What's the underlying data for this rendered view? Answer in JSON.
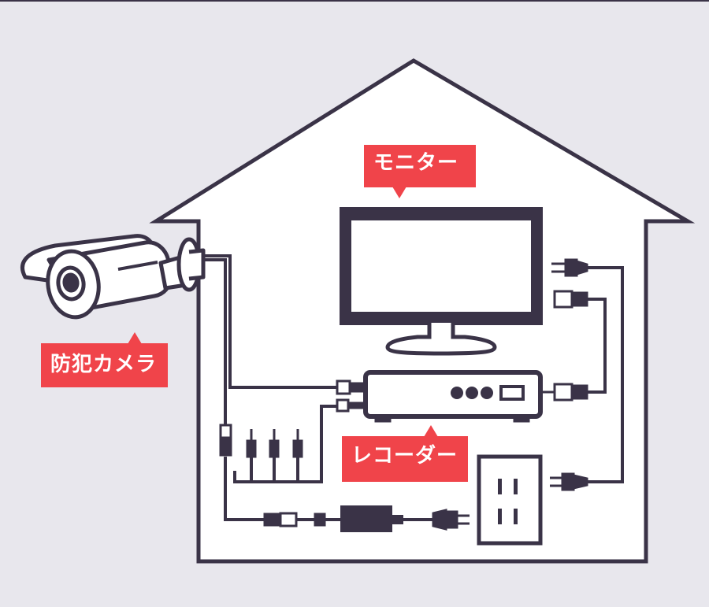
{
  "labels": {
    "monitor": "モニター",
    "camera": "防犯カメラ",
    "recorder": "レコーダー"
  },
  "colors": {
    "background": "#e8e7ed",
    "line": "#3a3347",
    "fill": "#ffffff",
    "callout": "#f0444a"
  },
  "icons": [
    "house-outline",
    "security-camera-icon",
    "monitor-icon",
    "recorder-icon",
    "wall-outlet-icon",
    "power-adapter-icon",
    "power-plug-icon"
  ]
}
